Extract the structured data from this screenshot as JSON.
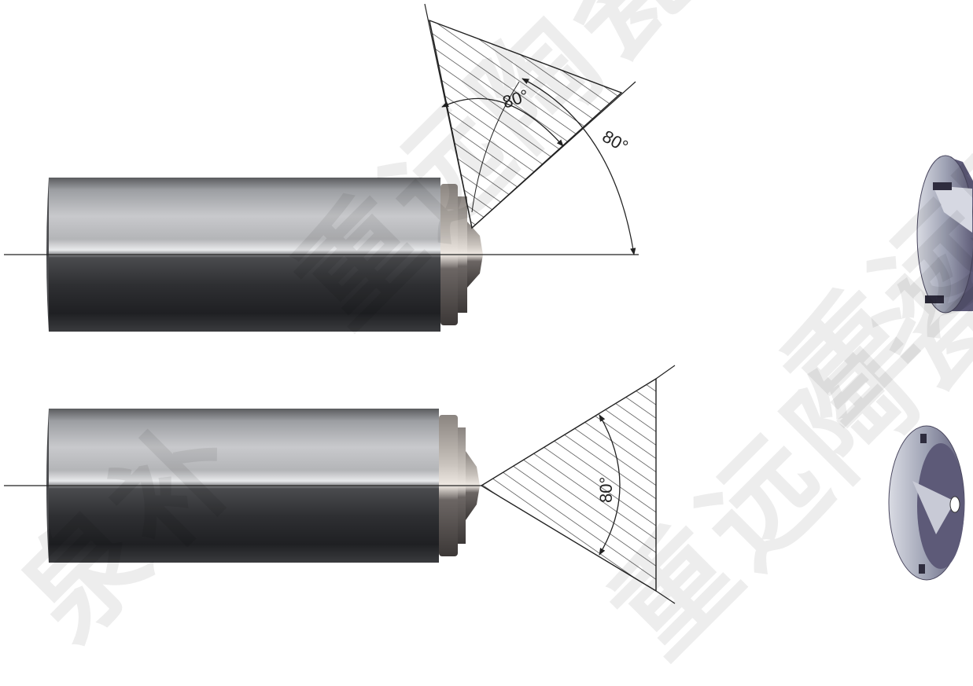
{
  "angle_labels": {
    "top_inner": "80°",
    "top_outer": "80°",
    "bottom": "80°"
  },
  "watermark": {
    "text_1": "重远陶瓷",
    "text_2": "重远陶瓷",
    "text_3": "重远陶瓷",
    "text_4": "泉补"
  },
  "colors": {
    "tube_dark": "#2a2b2e",
    "tube_light": "#cfd0d2",
    "hatch": "#333333",
    "nozzle": "#6e6a6a",
    "insert_face": "#5d5a78"
  }
}
